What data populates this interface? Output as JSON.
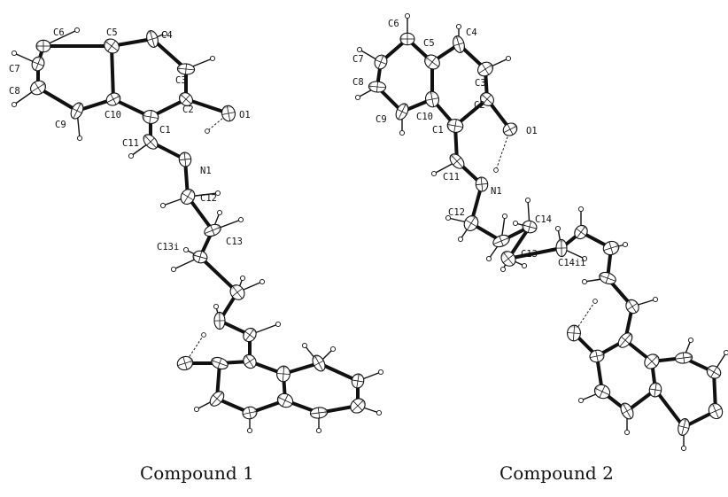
{
  "captions": {
    "compound1": "Compound 1",
    "compound2": "Compound 2"
  },
  "compound1_labels": [
    "C6",
    "C5",
    "C4",
    "C7",
    "C8",
    "C3",
    "C2",
    "O1",
    "C9",
    "C10",
    "C1",
    "C11",
    "N1",
    "C12",
    "C13i",
    "C13"
  ],
  "compound2_labels": [
    "C6",
    "C5",
    "C4",
    "C7",
    "C3",
    "C8",
    "C2",
    "C10",
    "C9",
    "O1",
    "C1",
    "C11",
    "N1",
    "C12",
    "C14",
    "C13",
    "C14ii"
  ]
}
